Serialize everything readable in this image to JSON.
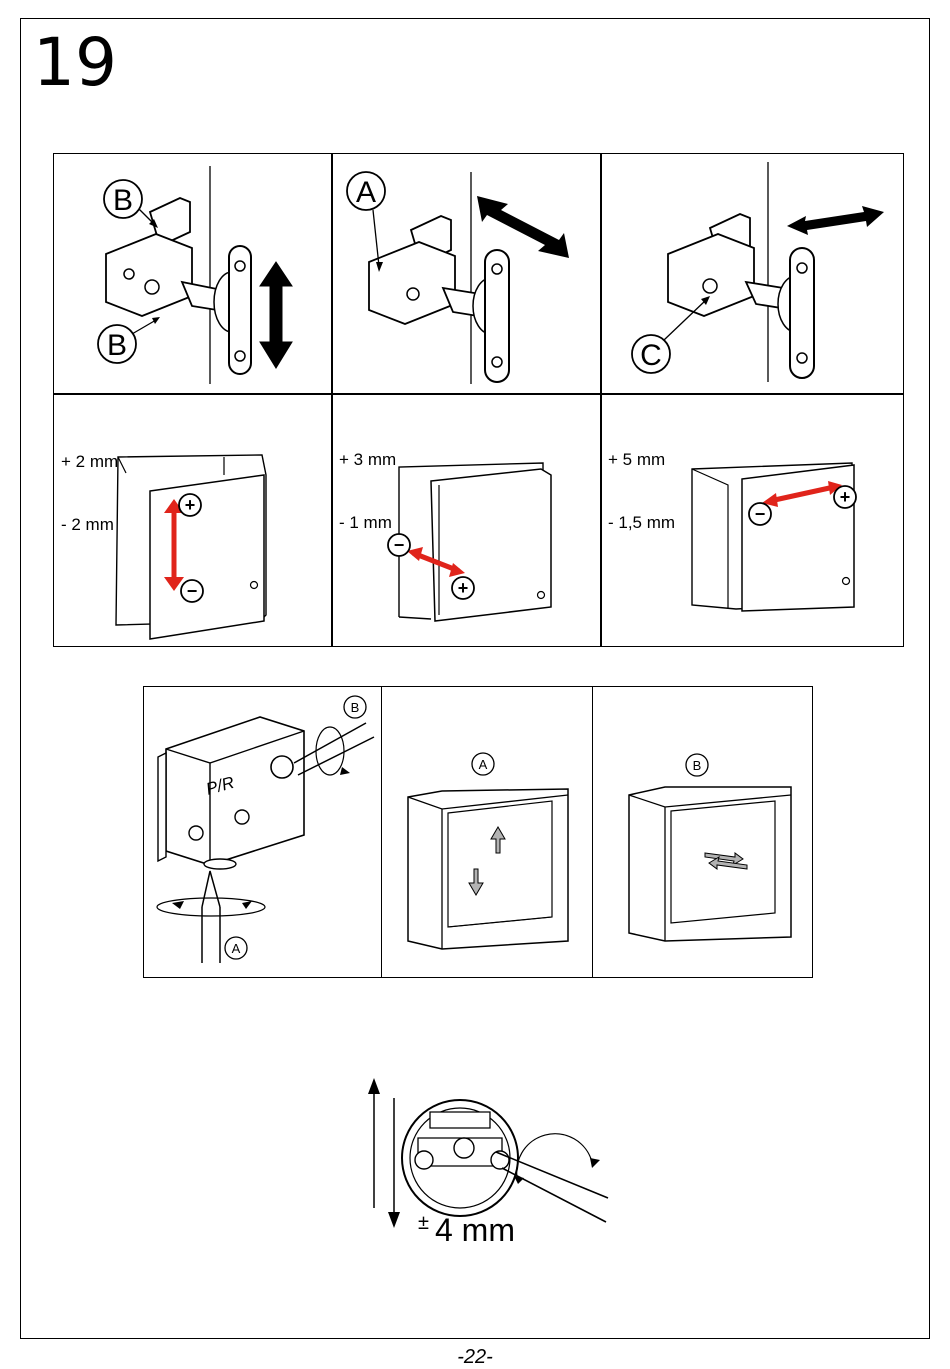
{
  "step_number": "19",
  "page_number": "-22-",
  "colors": {
    "accent_arrow": "#e0241b",
    "gray_arrow": "#b3b3b3",
    "line": "#000000"
  },
  "hinge_adjustment": {
    "panels": [
      {
        "callout_labels": [
          "B",
          "B"
        ],
        "plus": "+ 2 mm",
        "minus": "- 2 mm",
        "direction": "vertical"
      },
      {
        "callout_labels": [
          "A"
        ],
        "plus": "+ 3 mm",
        "minus": "- 1 mm",
        "direction": "depth"
      },
      {
        "callout_labels": [
          "C"
        ],
        "plus": "+ 5 mm",
        "minus": "- 1,5 mm",
        "direction": "horizontal"
      }
    ],
    "plus_sign": "+",
    "minus_sign": "−"
  },
  "hanger_adjustment": {
    "part_label": "P/R",
    "screw_labels": [
      "A",
      "B"
    ],
    "panel_a_label": "A",
    "panel_b_label": "B"
  },
  "wall_bracket": {
    "range_sign": "±",
    "range_value": "4 mm"
  }
}
